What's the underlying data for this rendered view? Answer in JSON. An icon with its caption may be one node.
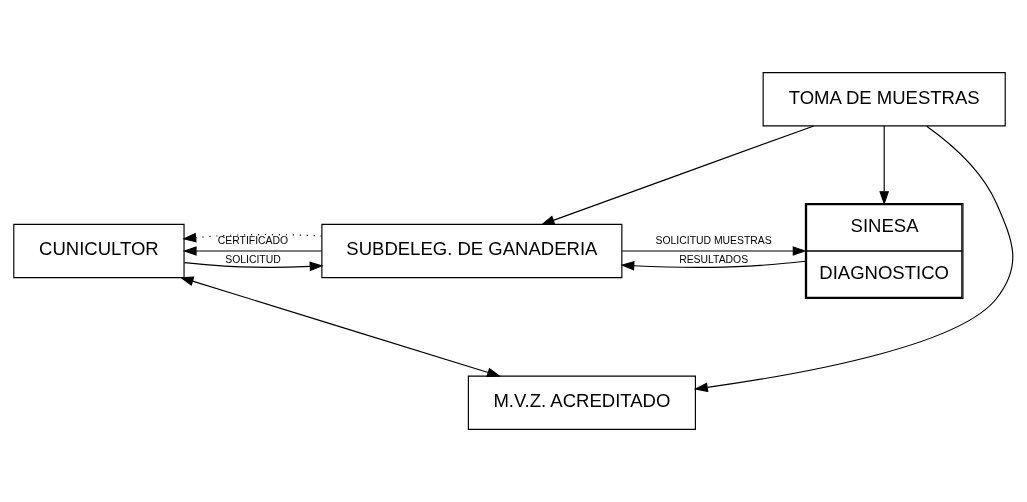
{
  "diagram": {
    "nodes": [
      {
        "text": [
          "CUNICULTOR"
        ]
      },
      {
        "text": [
          "SUBDELEG. DE GANADERIA"
        ]
      },
      {
        "text": [
          "SINESA",
          "DIAGNOSTICO"
        ]
      },
      {
        "text": [
          "M.V.Z. ACREDITADO"
        ]
      },
      {
        "text": [
          "TOMA DE MUESTRAS"
        ]
      }
    ],
    "edges": [
      {
        "from": 0,
        "to": 1,
        "arrow": "to",
        "label": "SOLICITUD"
      },
      {
        "from": 1,
        "to": 0,
        "arrow": "to",
        "label": "CERTIFICADO"
      },
      {
        "from": 1,
        "to": 2,
        "arrow": "to",
        "label": "SOLICITUD MUESTRAS"
      },
      {
        "from": 1,
        "to": 0,
        "arrow": "to",
        "style": "dashed"
      },
      {
        "from": 0,
        "to": 3,
        "arrow": "both"
      },
      {
        "from": 2,
        "to": 1,
        "arrow": "to",
        "label": "RESULTADOS"
      },
      {
        "from": 4,
        "to": 1,
        "arrow": "to"
      },
      {
        "from": 4,
        "to": 3,
        "arrow": "to"
      },
      {
        "from": 4,
        "to": 2,
        "arrow": "to"
      }
    ]
  }
}
